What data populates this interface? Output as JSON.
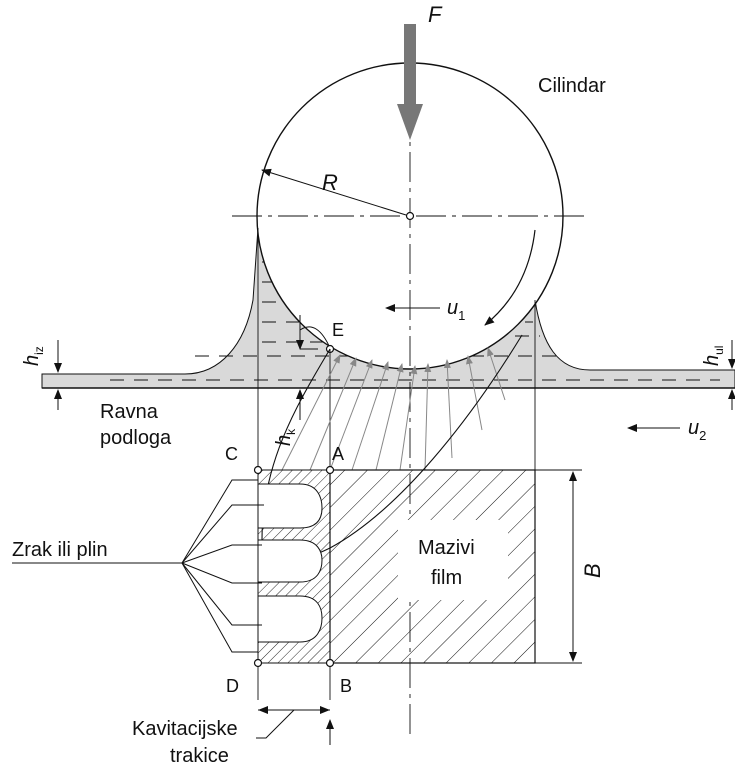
{
  "labels": {
    "force": "F",
    "cylinder": "Cilindar",
    "radius": "R",
    "u1_main": "u",
    "u1_sub": "1",
    "u2_main": "u",
    "u2_sub": "2",
    "h_iz_main": "h",
    "h_iz_sub": "iz",
    "h_ul_main": "h",
    "h_ul_sub": "ul",
    "h_k_main": "h",
    "h_k_sub": "k",
    "point_e": "E",
    "point_a": "A",
    "point_b": "B",
    "point_c": "C",
    "point_d": "D",
    "width_b": "B",
    "surface_line1": "Ravna",
    "surface_line2": "podloga",
    "gas": "Zrak ili plin",
    "film_line1": "Mazivi",
    "film_line2": "film",
    "strips_line1": "Kavitacijske",
    "strips_line2": "trakice"
  },
  "colors": {
    "line": "#111111",
    "lubricant_fill": "#d9d9d9",
    "force_arrow": "#777777",
    "pressure_arrows": "#888888"
  }
}
